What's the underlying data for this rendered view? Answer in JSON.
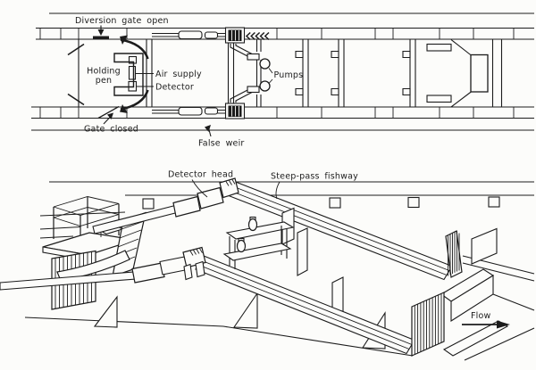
{
  "colors": {
    "background": "#fcfcfa",
    "ink": "#1c1c1c"
  },
  "plan_view": {
    "labels": {
      "diversion_gate_open": "Diversion gate open",
      "holding_pen": [
        "Holding",
        "pen"
      ],
      "air_supply": "Air supply",
      "detector": "Detector",
      "pumps": "Pumps",
      "gate_closed": "Gate closed",
      "false_weir": "False weir"
    }
  },
  "perspective_view": {
    "labels": {
      "detector_head": "Detector head",
      "steep_pass_fishway": "Steep-pass fishway",
      "flow": "Flow"
    }
  }
}
